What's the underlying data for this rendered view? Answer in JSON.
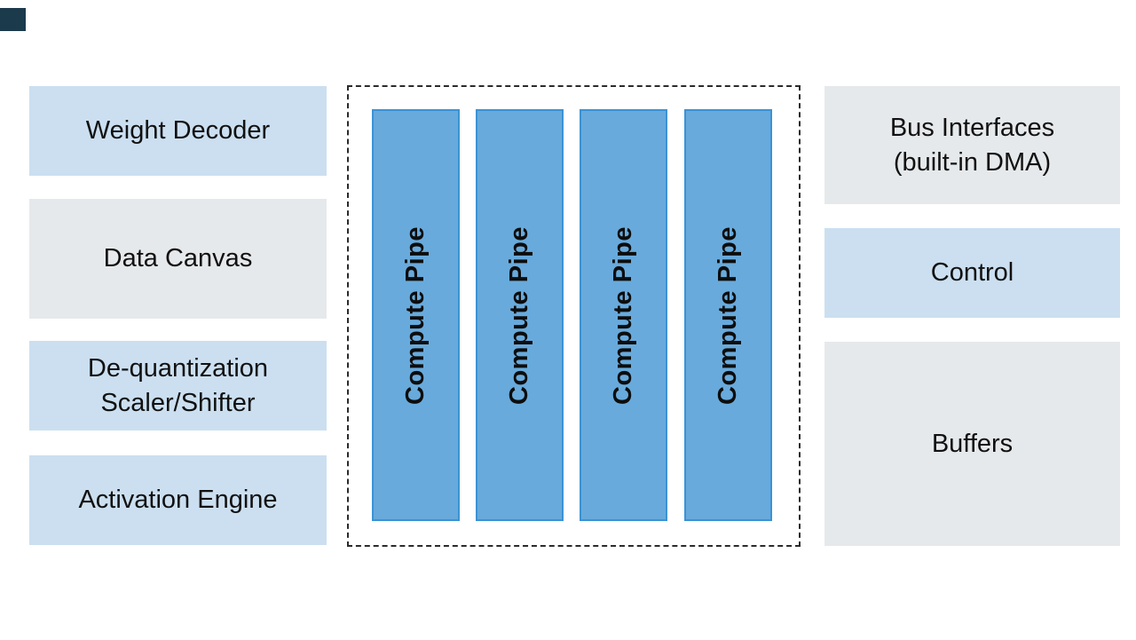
{
  "colors": {
    "block_blue": "#cbdff0",
    "block_gray": "#e6e9eb",
    "pipe_fill": "#68aadc",
    "pipe_border": "#3b93d4",
    "dash_border": "#2b2b2b",
    "label_text": "#111111",
    "corner_mark": "#1b3a4b"
  },
  "left_column": {
    "blocks": [
      {
        "label": "Weight Decoder"
      },
      {
        "label": "Data Canvas"
      },
      {
        "label": "De-quantization\nScaler/Shifter"
      },
      {
        "label": "Activation Engine"
      }
    ]
  },
  "compute_array": {
    "pipes": [
      {
        "label": "Compute Pipe"
      },
      {
        "label": "Compute Pipe"
      },
      {
        "label": "Compute Pipe"
      },
      {
        "label": "Compute Pipe"
      }
    ]
  },
  "right_column": {
    "blocks": [
      {
        "label": "Bus Interfaces\n(built-in DMA)"
      },
      {
        "label": "Control"
      },
      {
        "label": "Buffers"
      }
    ]
  }
}
